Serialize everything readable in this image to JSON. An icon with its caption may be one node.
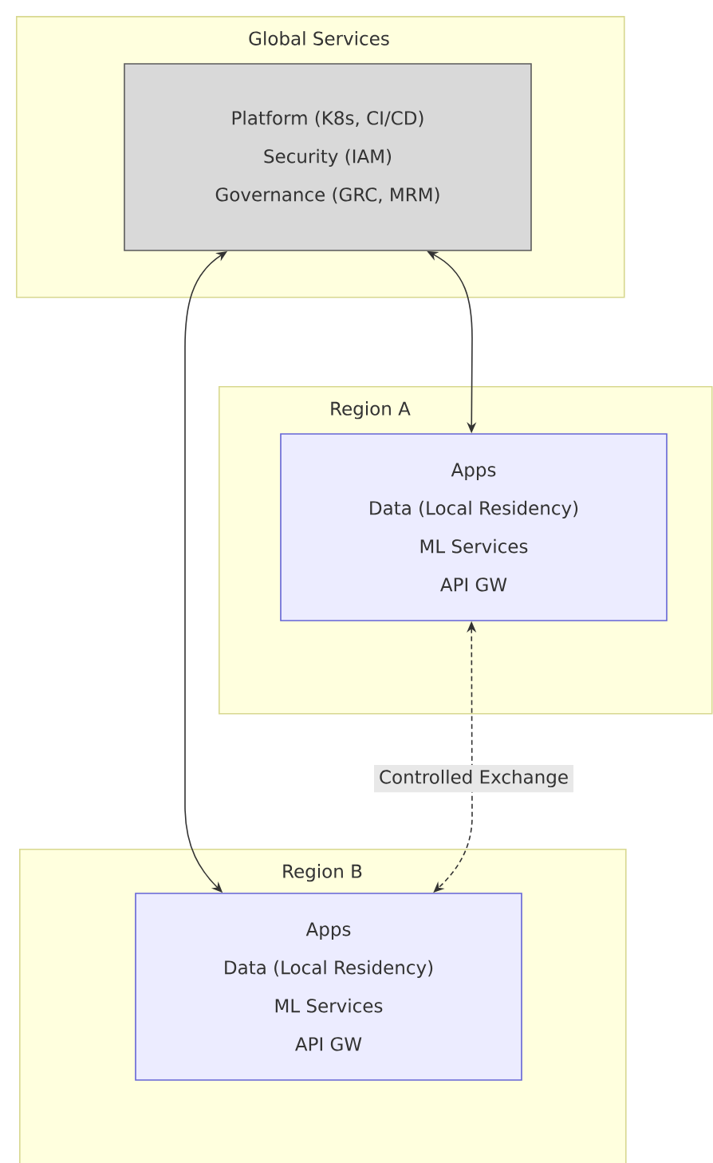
{
  "diagram": {
    "nodes": [
      {
        "text": [
          "Global Services"
        ]
      },
      {
        "text": [
          "Platform (K8s, CI/CD)",
          "Security (IAM)",
          "Governance (GRC, MRM)"
        ],
        "in": 0
      },
      {
        "text": [
          "Region A"
        ]
      },
      {
        "text": [
          "Apps",
          "Data (Local Residency)",
          "ML Services",
          "API GW"
        ],
        "in": 2
      },
      {
        "text": [
          "Region B"
        ]
      },
      {
        "text": [
          "Apps",
          "Data (Local Residency)",
          "ML Services",
          "API GW"
        ],
        "in": 4
      }
    ],
    "edges": [
      {
        "from": 1,
        "to": 3,
        "arrow": "both"
      },
      {
        "from": 1,
        "to": 5,
        "arrow": "both"
      },
      {
        "from": 3,
        "to": 5,
        "arrow": "both",
        "label": "Controlled Exchange",
        "style": "dashed"
      }
    ]
  }
}
